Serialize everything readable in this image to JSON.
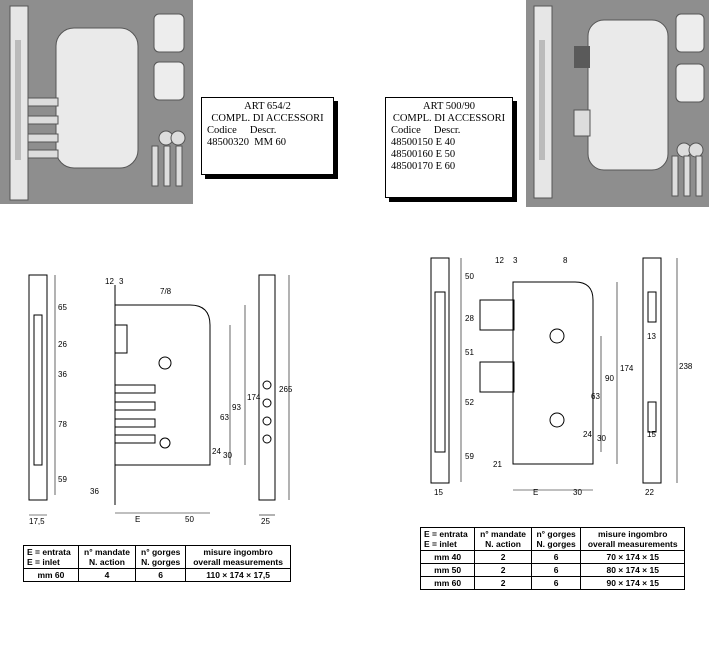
{
  "left": {
    "infobox": {
      "art": "ART 654/2",
      "compl": "COMPL. DI ACCESSORI",
      "header_code": "Codice",
      "header_desc": "Descr.",
      "rows": [
        {
          "code": "48500320",
          "desc": "MM 60"
        }
      ]
    },
    "dims": {
      "d12": "12",
      "d3": "3",
      "d78": "7/8",
      "d65": "65",
      "d26": "26",
      "d36": "36",
      "d78b": "78",
      "d59": "59",
      "d36b": "36",
      "d93": "93",
      "d63": "63",
      "d174": "174",
      "d24": "24",
      "d30": "30",
      "d265": "265",
      "dE": "E",
      "d50": "50",
      "d175": "17,5",
      "d25": "25"
    },
    "table": {
      "h_entrata": "E = entrata",
      "h_inlet": "E = inlet",
      "h_mandate": "n° mandate",
      "h_action": "N. action",
      "h_gorges_it": "n° gorges",
      "h_gorges_en": "N. gorges",
      "h_misure": "misure ingombro",
      "h_overall": "overall measurements",
      "rows": [
        {
          "e": "mm 60",
          "action": "4",
          "gorges": "6",
          "size": "110 × 174 × 17,5"
        }
      ]
    }
  },
  "right": {
    "infobox": {
      "art": "ART 500/90",
      "compl": "COMPL. DI ACCESSORI",
      "header_code": "Codice",
      "header_desc": "Descr.",
      "rows": [
        {
          "code": "48500150",
          "desc": "E 40"
        },
        {
          "code": "48500160",
          "desc": "E 50"
        },
        {
          "code": "48500170",
          "desc": "E 60"
        }
      ]
    },
    "dims": {
      "d50": "50",
      "d12": "12",
      "d3": "3",
      "d8": "8",
      "d28": "28",
      "d51": "51",
      "d52": "52",
      "d59": "59",
      "d90": "90",
      "d63": "63",
      "d174": "174",
      "d24": "24",
      "d30": "30",
      "d13": "13",
      "d238": "238",
      "d15top": "15",
      "d21": "21",
      "dE": "E",
      "d30b": "30",
      "d15": "15",
      "d22": "22"
    },
    "table": {
      "h_entrata": "E = entrata",
      "h_inlet": "E = inlet",
      "h_mandate": "n° mandate",
      "h_action": "N. action",
      "h_gorges_it": "n° gorges",
      "h_gorges_en": "N. gorges",
      "h_misure": "misure ingombro",
      "h_overall": "overall measurements",
      "rows": [
        {
          "e": "mm 40",
          "action": "2",
          "gorges": "6",
          "size": "70 × 174 × 15"
        },
        {
          "e": "mm 50",
          "action": "2",
          "gorges": "6",
          "size": "80 × 174 × 15"
        },
        {
          "e": "mm 60",
          "action": "2",
          "gorges": "6",
          "size": "90 × 174 × 15"
        }
      ]
    }
  }
}
